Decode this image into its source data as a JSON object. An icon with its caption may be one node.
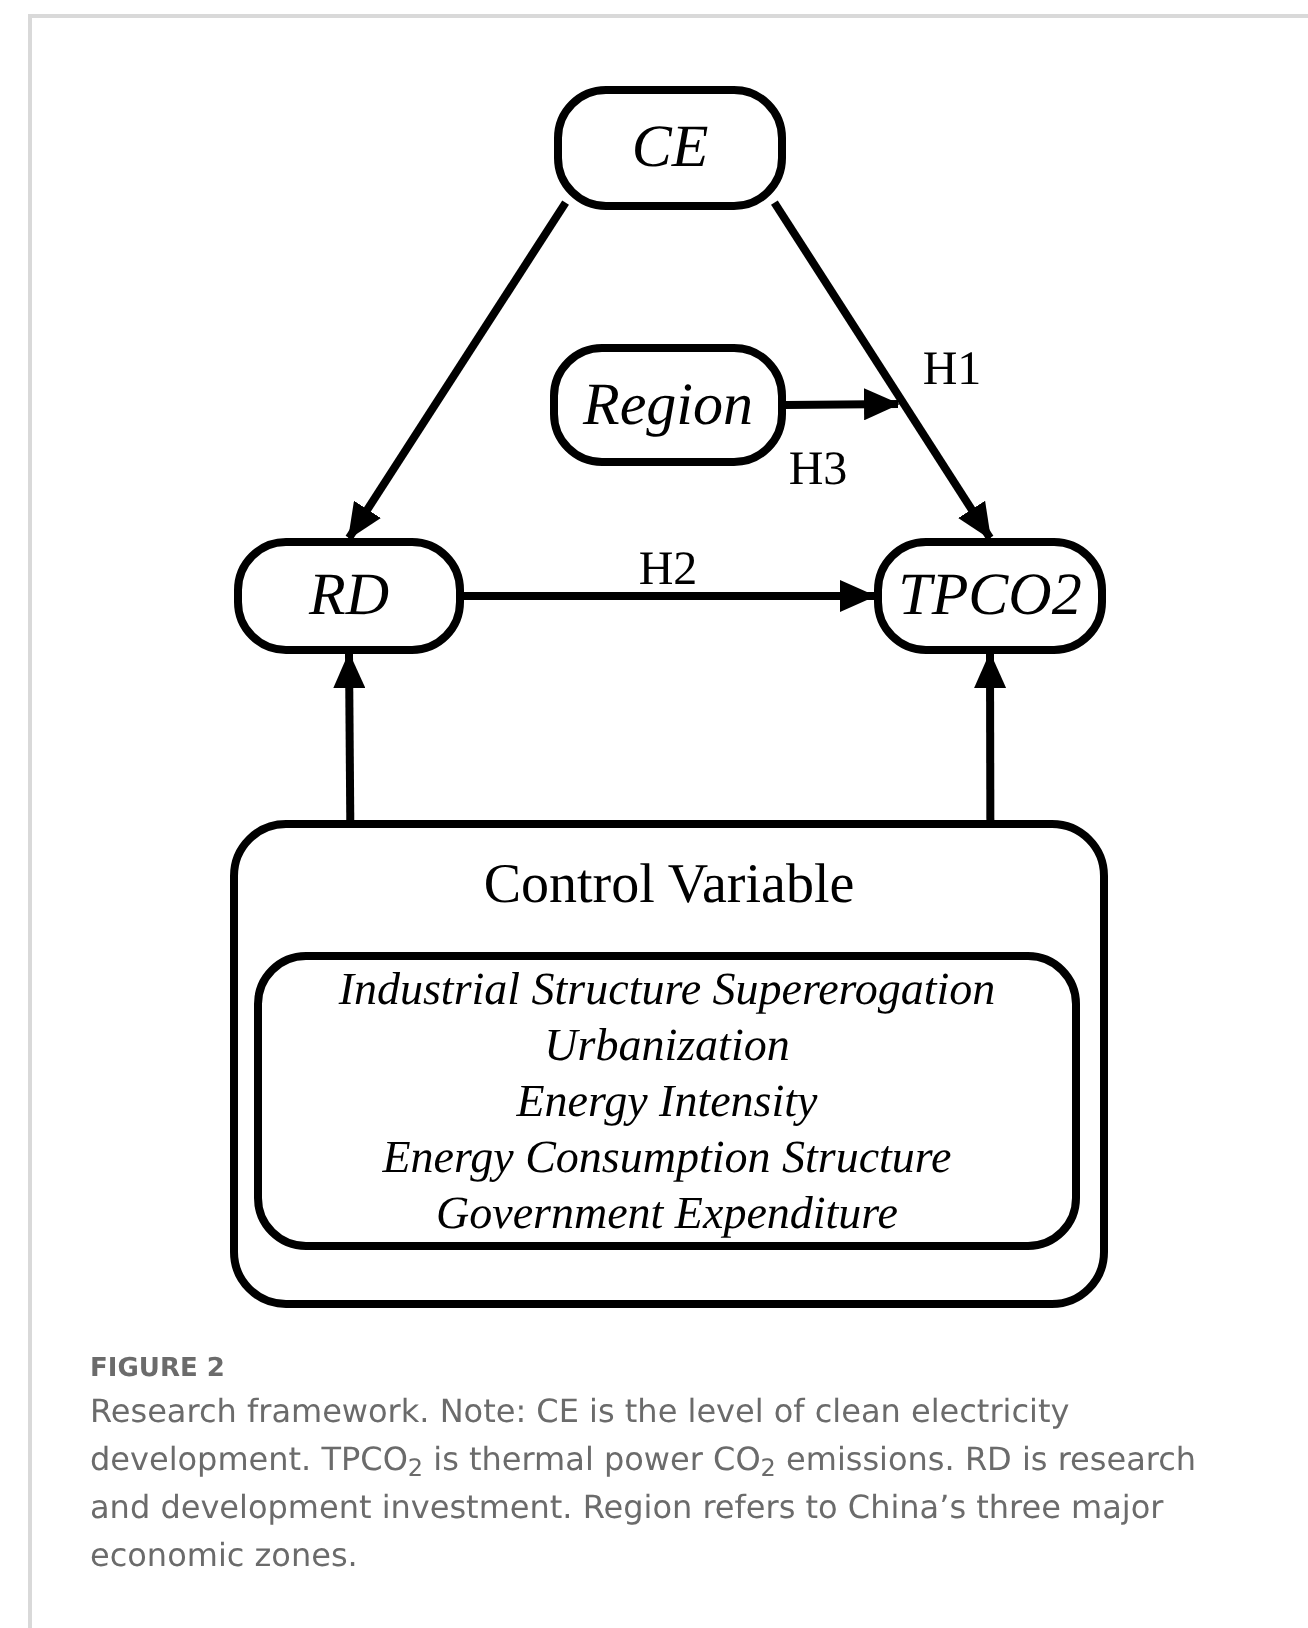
{
  "diagram": {
    "caption": "Research framework. Note: CE is the level of clean electricity development. TPCO$_{2}$ is thermal power CO$_{2}$ emissions. RD is research and development investment. Region refers to China’s three major economic zones.",
    "nodes": [
      {
        "text": [
          "CE"
        ]
      },
      {
        "text": [
          "Region"
        ]
      },
      {
        "text": [
          "RD"
        ]
      },
      {
        "text": [
          "TPCO2"
        ]
      },
      {
        "text": [
          "Control Variable"
        ]
      },
      {
        "text": [
          "Industrial Structure Supererogation",
          "Urbanization",
          "Energy Intensity",
          "Energy Consumption Structure",
          "Government Expenditure"
        ],
        "in": 4
      }
    ],
    "edges": [
      {
        "from": 0,
        "to": 2,
        "arrow": "to"
      },
      {
        "from": 0,
        "to": 3,
        "arrow": "to",
        "label": "H1"
      },
      {
        "from": 1,
        "to": null,
        "arrow": "to",
        "label": "H3"
      },
      {
        "from": 2,
        "to": 3,
        "arrow": "to",
        "label": "H2"
      },
      {
        "from": 4,
        "to": 2,
        "arrow": "to"
      },
      {
        "from": 4,
        "to": 3,
        "arrow": "to"
      }
    ],
    "labels": [
      "FIGURE 2"
    ]
  }
}
